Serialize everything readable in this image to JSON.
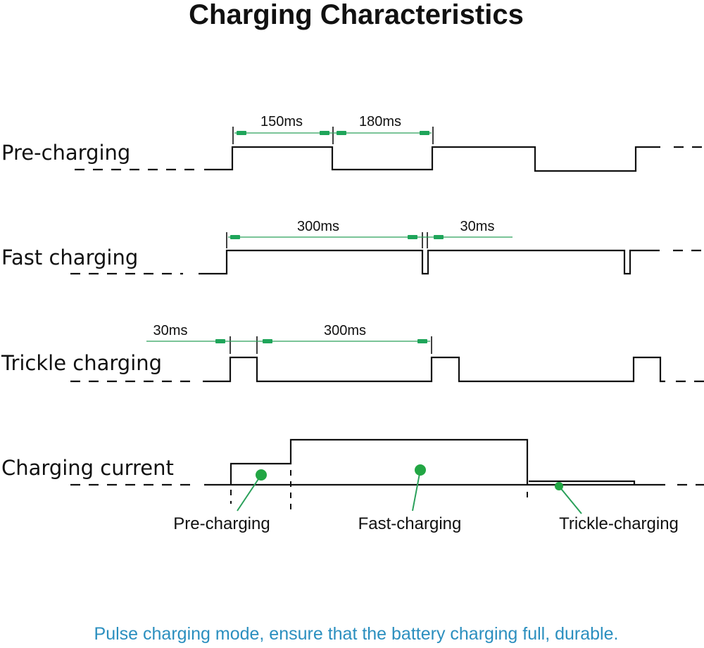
{
  "title": "Charging Characteristics",
  "rows": [
    {
      "label": "Pre-charging",
      "intervals": [
        "150ms",
        "180ms"
      ]
    },
    {
      "label": "Fast charging",
      "intervals": [
        "300ms",
        "30ms"
      ]
    },
    {
      "label": "Trickle charging",
      "intervals": [
        "30ms",
        "300ms"
      ]
    },
    {
      "label": "Charging current"
    }
  ],
  "phases": [
    {
      "label": "Pre-charging"
    },
    {
      "label": "Fast-charging"
    },
    {
      "label": "Trickle-charging"
    }
  ],
  "caption": "Pulse charging mode, ensure that the battery charging full, durable.",
  "colors": {
    "accent_green": "#22a644",
    "caption_blue": "#2b8fbf",
    "line": "#111111"
  }
}
